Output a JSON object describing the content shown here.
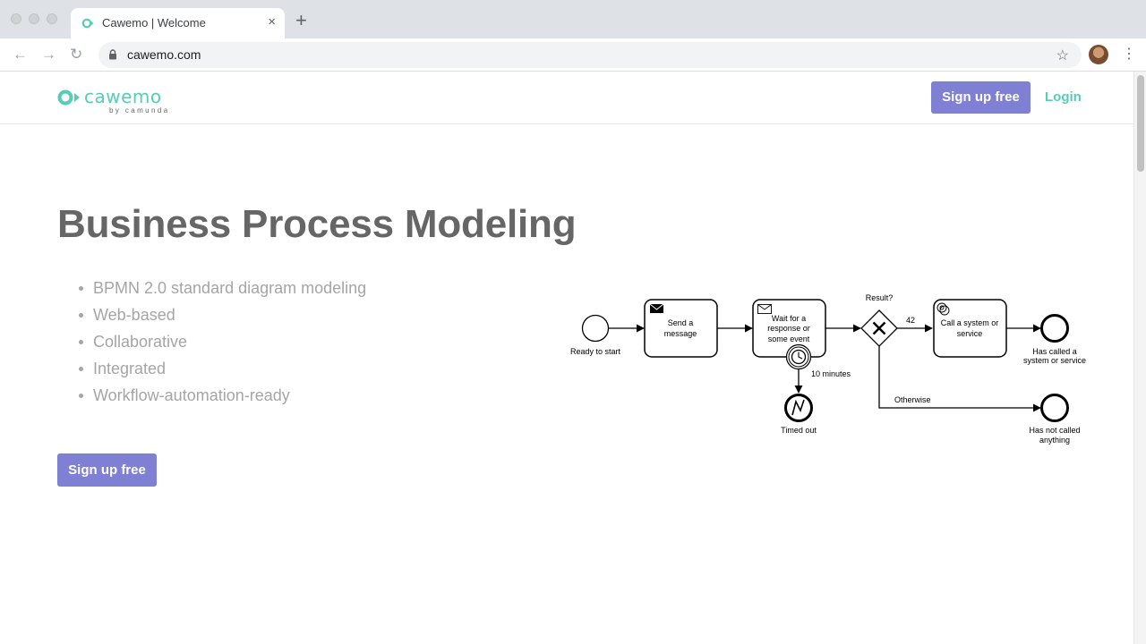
{
  "browser": {
    "tab_title": "Cawemo | Welcome",
    "tab_close": "×",
    "new_tab": "+",
    "url": "cawemo.com",
    "back": "←",
    "forward": "→",
    "reload": "↻",
    "bookmark": "☆",
    "menu": "⋮"
  },
  "header": {
    "logo_word": "cawemo",
    "logo_sub": "by camunda",
    "signup_label": "Sign up free",
    "login_label": "Login"
  },
  "hero": {
    "title": "Business Process Modeling",
    "features": [
      "BPMN 2.0 standard diagram modeling",
      "Web-based",
      "Collaborative",
      "Integrated",
      "Workflow-automation-ready"
    ],
    "signup_label": "Sign up free"
  },
  "diagram": {
    "start_label": "Ready to start",
    "task_send": [
      "Send a",
      "message"
    ],
    "task_wait": [
      "Wait for a",
      "response or",
      "some event"
    ],
    "timer_label": "10 minutes",
    "timed_out_label": "Timed out",
    "gateway_label": "Result?",
    "flow_42": "42",
    "flow_otherwise": "Otherwise",
    "task_call": [
      "Call a system or",
      "service"
    ],
    "end_called": [
      "Has called a",
      "system or service"
    ],
    "end_not_called": [
      "Has not called",
      "anything"
    ]
  },
  "colors": {
    "brand_teal": "#55cdb7",
    "button_purple": "#7f7fd4",
    "title_gray": "#666666",
    "feature_gray": "#a5a5a5"
  }
}
